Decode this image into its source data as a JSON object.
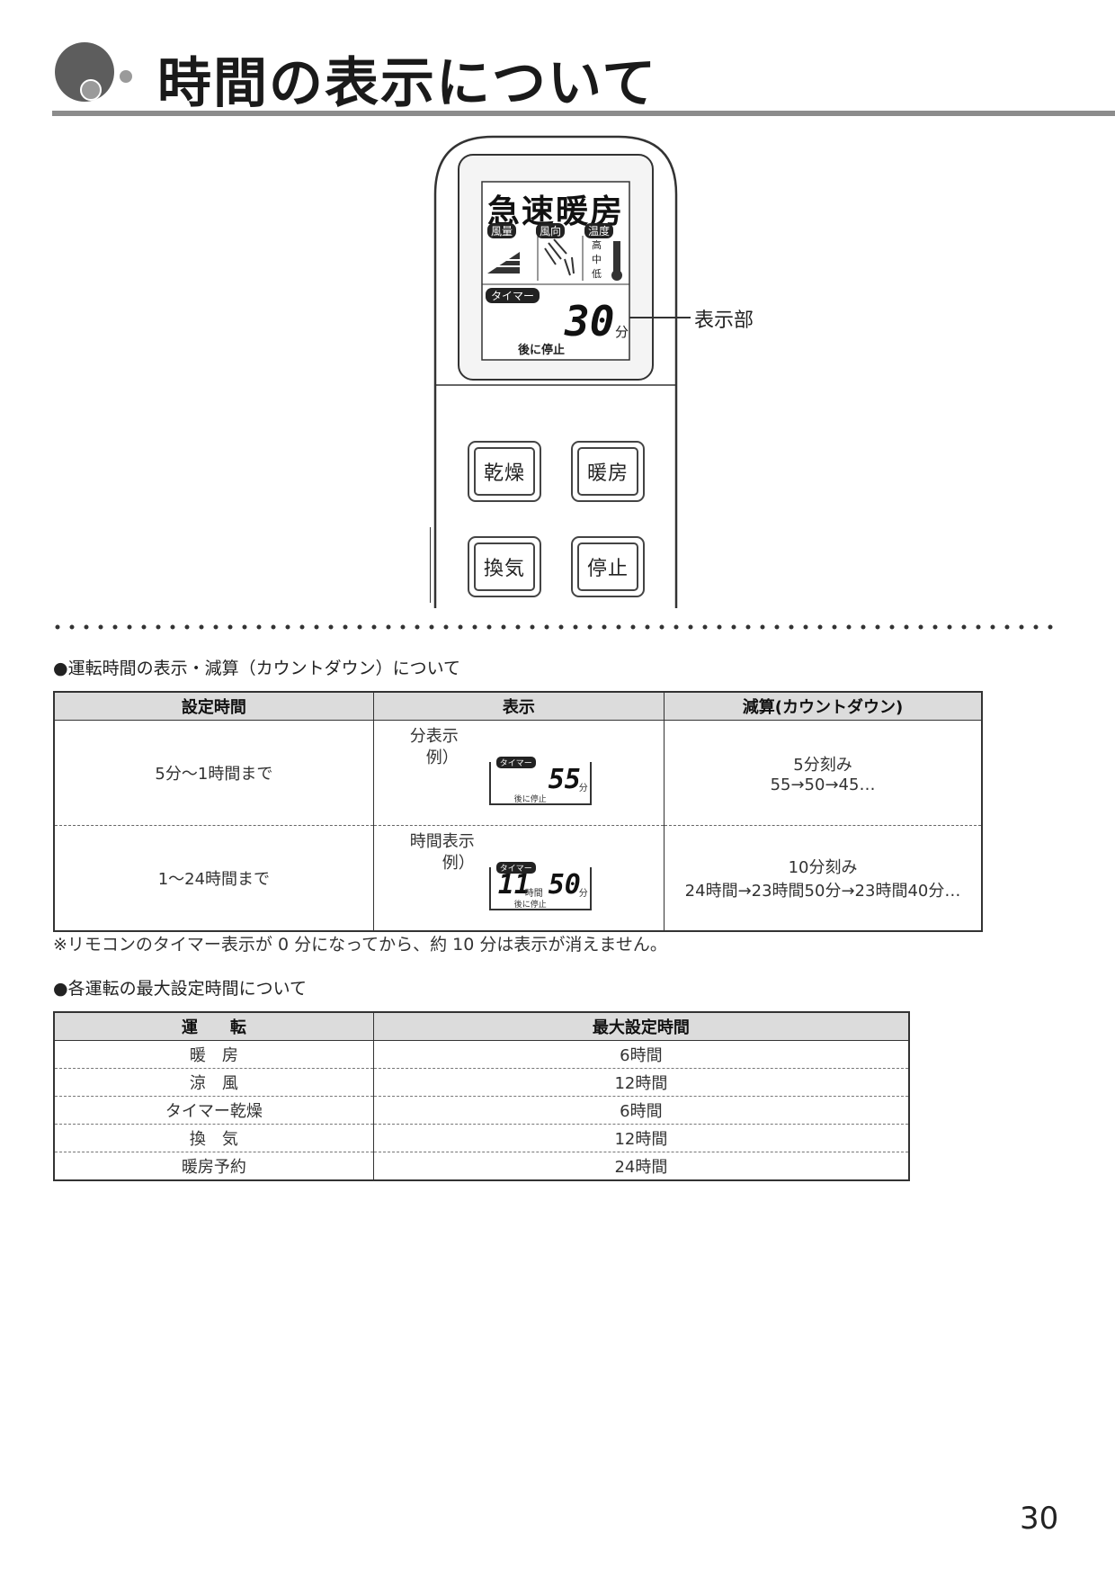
{
  "header": {
    "title": "時間の表示について"
  },
  "remote": {
    "lcd": {
      "mode_text": "急速暖房",
      "labels": [
        "風量",
        "風向",
        "温度"
      ],
      "temp_levels": [
        "高",
        "中",
        "低"
      ],
      "timer_label": "タイマー",
      "timer_value": "30",
      "timer_unit": "分",
      "timer_suffix": "後に停止"
    },
    "buttons": {
      "dry": "乾燥",
      "heat": "暖房",
      "vent": "換気",
      "stop": "停止"
    },
    "callout": "表示部"
  },
  "section1": {
    "heading": "●運転時間の表示・減算（カウントダウン）について",
    "columns": [
      "設定時間",
      "表示",
      "減算(カウントダウン)"
    ],
    "rows": [
      {
        "setting": "5分〜1時間まで",
        "display_label_1": "分表示",
        "display_label_2": "例）",
        "lcd_tag": "タイマー",
        "lcd_minutes": "55",
        "lcd_min_unit": "分",
        "lcd_suffix": "後に停止",
        "countdown_1": "5分刻み",
        "countdown_2": "55→50→45…"
      },
      {
        "setting": "1〜24時間まで",
        "display_label_1": "時間表示",
        "display_label_2": "例）",
        "lcd_tag": "タイマー",
        "lcd_hours": "11",
        "lcd_hour_unit": "時間",
        "lcd_minutes": "50",
        "lcd_min_unit": "分",
        "lcd_suffix": "後に停止",
        "countdown_1": "10分刻み",
        "countdown_2": "24時間→23時間50分→23時間40分…"
      }
    ],
    "note": "※リモコンのタイマー表示が 0 分になってから、約 10 分は表示が消えません。"
  },
  "section2": {
    "heading": "●各運転の最大設定時間について",
    "columns": [
      "運　　転",
      "最大設定時間"
    ],
    "rows": [
      {
        "mode": "暖　房",
        "max": "6時間"
      },
      {
        "mode": "涼　風",
        "max": "12時間"
      },
      {
        "mode": "タイマー乾燥",
        "max": "6時間"
      },
      {
        "mode": "換　気",
        "max": "12時間"
      },
      {
        "mode": "暖房予約",
        "max": "24時間"
      }
    ]
  },
  "page_number": "30"
}
